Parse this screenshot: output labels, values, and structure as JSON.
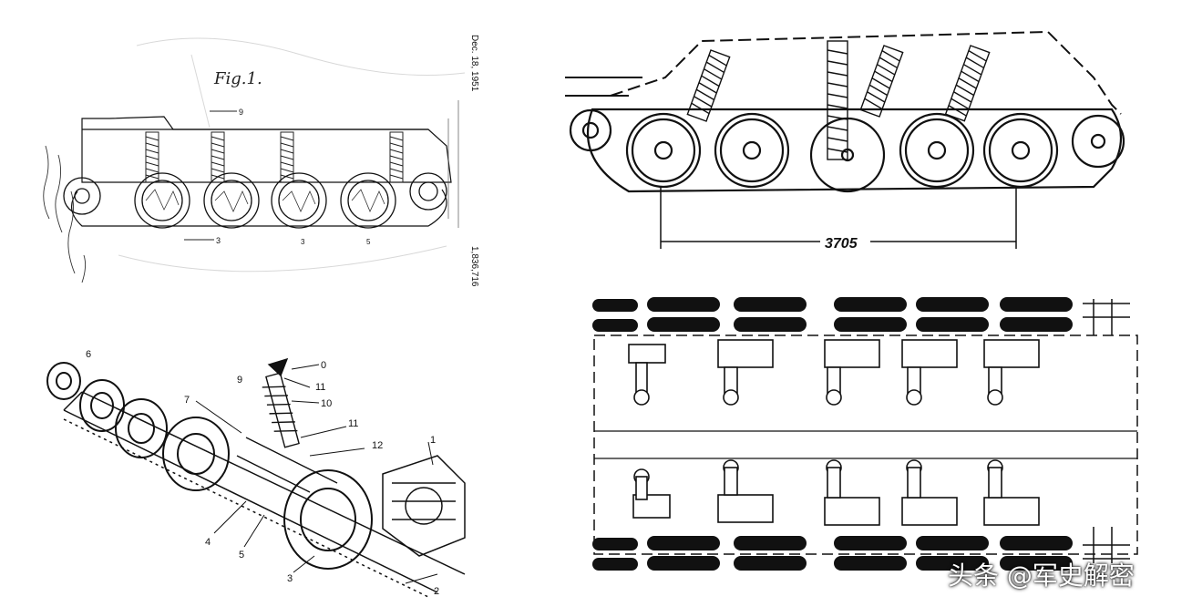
{
  "patent": {
    "fig_label": "Fig.1.",
    "side_text_1": "Dec. 18, 1951",
    "side_text_2": "1,836,716",
    "callouts": [
      "9",
      "3",
      "3",
      "5"
    ]
  },
  "side_view": {
    "dimension": "3705"
  },
  "cutaway": {
    "callouts": [
      "6",
      "9",
      "0",
      "11",
      "10",
      "7",
      "11",
      "12",
      "1",
      "4",
      "5",
      "3",
      "2"
    ]
  },
  "watermark": "头条 @军史解密",
  "colors": {
    "ink": "#111111",
    "paper": "#ffffff",
    "pencil": "#777777"
  }
}
